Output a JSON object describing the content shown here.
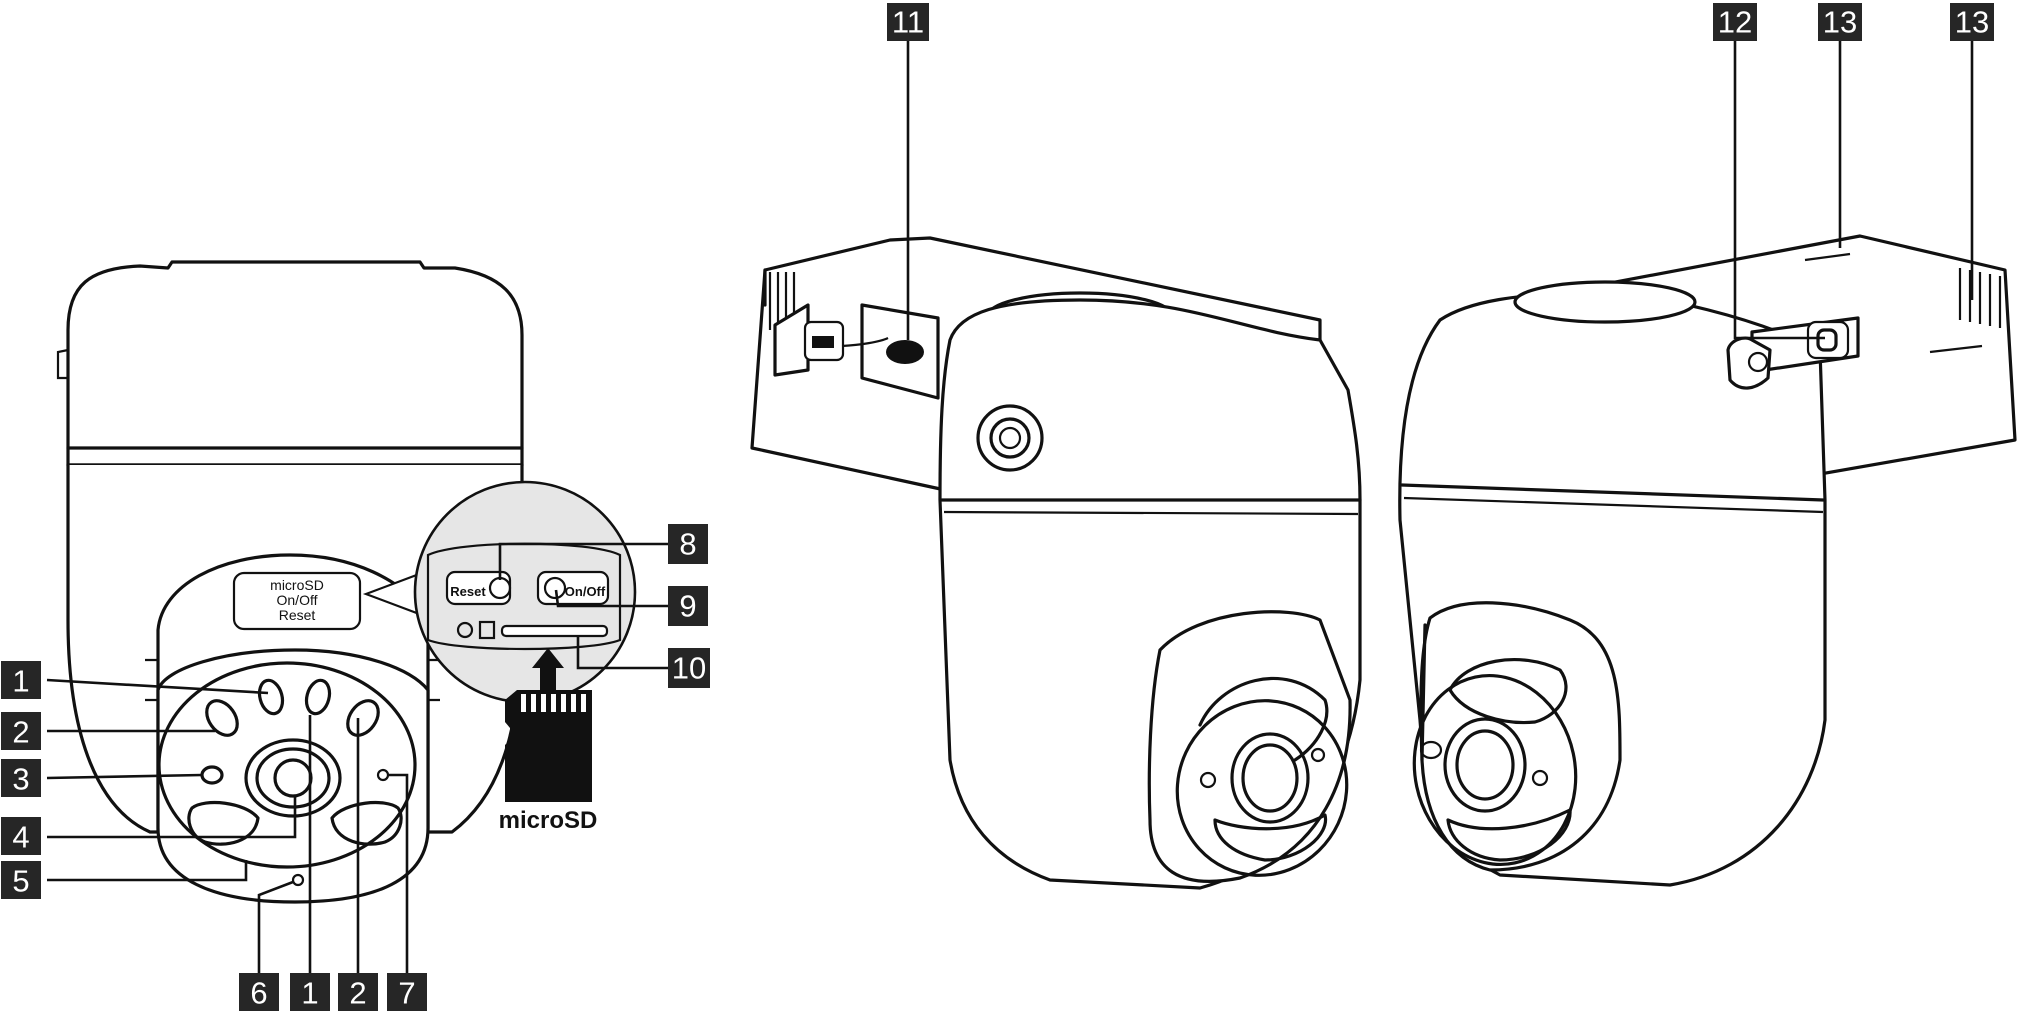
{
  "callout_label": {
    "line1": "microSD",
    "line2": "On/Off",
    "line3": "Reset"
  },
  "port_labels": {
    "reset": "Reset",
    "onoff": "On/Off"
  },
  "card_label": "microSD",
  "callouts": {
    "left_1": "1",
    "left_2": "2",
    "left_3": "3",
    "left_4": "4",
    "left_5": "5",
    "bottom_6": "6",
    "bottom_1": "1",
    "bottom_2": "2",
    "bottom_7": "7",
    "right_8": "8",
    "right_9": "9",
    "right_10": "10",
    "top_11": "11",
    "top_12": "12",
    "top_13a": "13",
    "top_13b": "13"
  },
  "colors": {
    "line": "#111111",
    "badge": "#262626",
    "zoom_fill": "#e6e6e6"
  }
}
